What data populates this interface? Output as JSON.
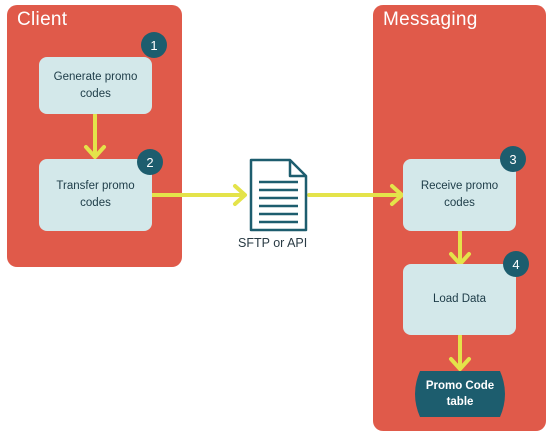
{
  "lanes": {
    "client": {
      "title": "Client"
    },
    "messaging": {
      "title": "Messaging"
    }
  },
  "steps": [
    {
      "number": "1",
      "label": "Generate promo codes"
    },
    {
      "number": "2",
      "label": "Transfer promo codes"
    },
    {
      "number": "3",
      "label": "Receive promo codes"
    },
    {
      "number": "4",
      "label": "Load Data"
    }
  ],
  "transfer_label": "SFTP or API",
  "table_label": "Promo Code table",
  "colors": {
    "lane": "#e05a4a",
    "step": "#d3e8ea",
    "badge": "#1d5d6e",
    "arrow": "#e4e34a",
    "table": "#1d5d6e"
  },
  "icons": {
    "document": "document-icon"
  }
}
